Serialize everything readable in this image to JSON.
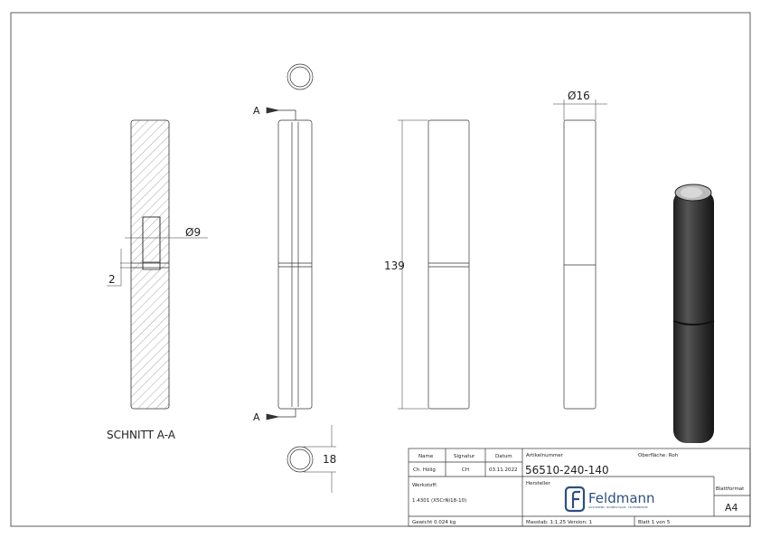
{
  "section": {
    "title": "SCHNITT A-A",
    "dim_bore": "Ø9",
    "dim_depth": "2"
  },
  "views": {
    "cut_marker_top": "A",
    "cut_marker_bottom": "A",
    "dim_length": "139",
    "dim_diameter": "Ø16",
    "dim_width": "18"
  },
  "title_block": {
    "name_label": "Name",
    "signatur_label": "Signatur",
    "datum_label": "Datum",
    "name_value": "Ch. Hölig",
    "signatur_value": "CH",
    "datum_value": "03.11.2022",
    "artikelnummer_label": "Artikelnummer",
    "artikelnummer_value": "56510-240-140",
    "oberflaeche": "Oberfläche: Roh",
    "werkstoff_label": "Werkstoff:",
    "werkstoff_value": "1.4301 (X5CrNi18-10)",
    "hersteller_label": "Hersteller",
    "logo_text": "Feldmann",
    "logo_tagline": "SCHLOSSEREI · BAUBESCHLÄGE · TECHNIKBEDARF",
    "blattformat_label": "Blattformat",
    "blattformat_value": "A4",
    "gewicht": "Gewicht 0.024 kg",
    "massstab_version": "Masstab: 1:1.25   Version: 1",
    "blatt": "Blatt 1 von 5"
  },
  "colors": {
    "line": "#333333",
    "logo": "#2d4f80",
    "render": "#3a3a3a"
  }
}
